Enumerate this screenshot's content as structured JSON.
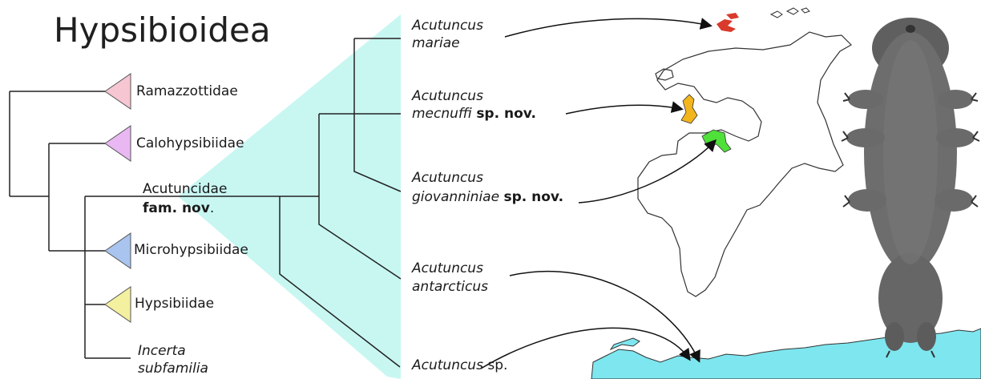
{
  "title": "Hypsibioidea",
  "families": [
    {
      "label": "Ramazzottidae",
      "color": "#f7c6d3"
    },
    {
      "label": "Calohypsibiidae",
      "color": "#e9b8f2"
    },
    {
      "label": "Microhypsibiidae",
      "color": "#a9c4ee"
    },
    {
      "label": "Hypsibiidae",
      "color": "#f3f0a0"
    }
  ],
  "new_family": {
    "name": "Acutuncidae",
    "status": "fam. nov",
    "dot": "."
  },
  "incertae": {
    "line1": "Incerta",
    "line2": "subfamilia"
  },
  "species": [
    {
      "line1": "Acutuncus",
      "line2": "mariae",
      "suffix": ""
    },
    {
      "line1": "Acutuncus",
      "line2": "mecnuffi",
      "suffix": "sp. nov."
    },
    {
      "line1": "Acutuncus",
      "line2": "giovanniniae",
      "suffix": "sp. nov."
    },
    {
      "line1": "Acutuncus",
      "line2": "antarcticus",
      "suffix": ""
    },
    {
      "genus": "Acutuncus",
      "epithet": "sp."
    }
  ],
  "colors": {
    "clade_highlight": "#c8f7f2",
    "antarctica": "#7ee6ef",
    "mariae_region": "#d93a2b",
    "mecnuffi_region": "#f2b51c",
    "giovanniniae_region": "#4fe03a",
    "tardigrade": "#6d6d6d"
  }
}
